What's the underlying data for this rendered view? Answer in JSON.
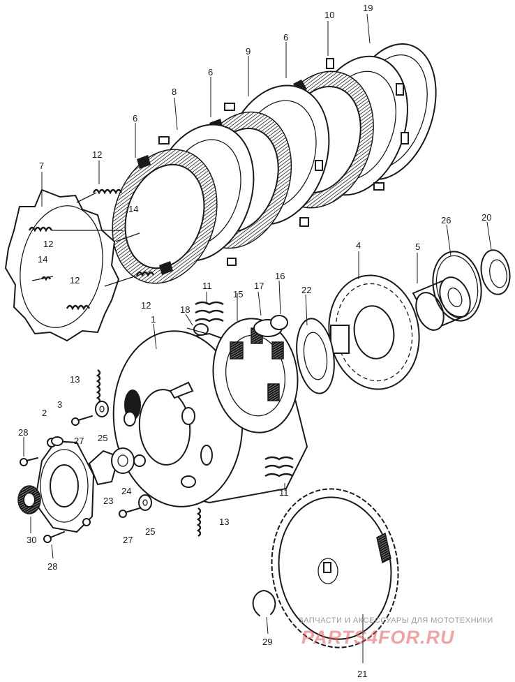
{
  "diagram": {
    "part_numbers": {
      "p1": "1",
      "p2": "2",
      "p3": "3",
      "p4": "4",
      "p5": "5",
      "p6a": "6",
      "p6b": "6",
      "p6c": "6",
      "p7": "7",
      "p8": "8",
      "p9": "9",
      "p10": "10",
      "p11a": "11",
      "p11b": "11",
      "p12a": "12",
      "p12b": "12",
      "p12c": "12",
      "p12d": "12",
      "p13a": "13",
      "p13b": "13",
      "p14a": "14",
      "p14b": "14",
      "p15": "15",
      "p16": "16",
      "p17": "17",
      "p18": "18",
      "p19": "19",
      "p20": "20",
      "p21": "21",
      "p22": "22",
      "p23": "23",
      "p24": "24",
      "p25a": "25",
      "p25b": "25",
      "p26": "26",
      "p27a": "27",
      "p27b": "27",
      "p28a": "28",
      "p28b": "28",
      "p29": "29",
      "p30": "30"
    }
  },
  "watermark": {
    "tagline": "ЗАПЧАСТИ И АКСЕССУАРЫ ДЛЯ МОТОТЕХНИКИ",
    "brand": "PARTS4FOR.RU"
  }
}
